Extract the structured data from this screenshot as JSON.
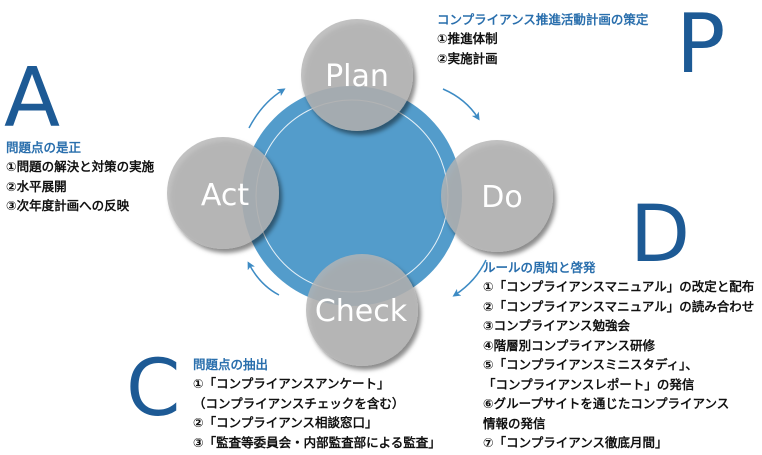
{
  "colors": {
    "accent_blue": "#1d5a95",
    "title_blue": "#2a6fad",
    "ring_blue": "#539ccb",
    "phase_gray": "#b5b5b5",
    "arrow_blue": "#3d8bc4"
  },
  "phases": {
    "plan": {
      "label": "Plan",
      "letter": "P"
    },
    "do": {
      "label": "Do",
      "letter": "D"
    },
    "check": {
      "label": "Check",
      "letter": "C"
    },
    "act": {
      "label": "Act",
      "letter": "A"
    }
  },
  "plan_block": {
    "title": "コンプライアンス推進活動計画の策定",
    "items": [
      "①推進体制",
      "②実施計画"
    ]
  },
  "act_block": {
    "title": "問題点の是正",
    "items": [
      "①問題の解決と対策の実施",
      "②水平展開",
      "③次年度計画への反映"
    ]
  },
  "do_block": {
    "title": "ルールの周知と啓発",
    "items": [
      "①「コンプライアンスマニュアル」の改定と配布",
      "②「コンプライアンスマニュアル」の読み合わせ",
      "③コンプライアンス勉強会",
      "④階層別コンプライアンス研修",
      "⑤「コンプライアンスミニスタディ」、",
      "「コンプライアンスレポート」の発信",
      "⑥グループサイトを通じたコンプライアンス",
      "情報の発信",
      "⑦「コンプライアンス徹底月間」"
    ]
  },
  "check_block": {
    "title": "問題点の抽出",
    "items": [
      "①「コンプライアンスアンケート」",
      "（コンプライアンスチェックを含む）",
      "②「コンプライアンス相談窓口」",
      "③「監査等委員会・内部監査部による監査」"
    ]
  }
}
